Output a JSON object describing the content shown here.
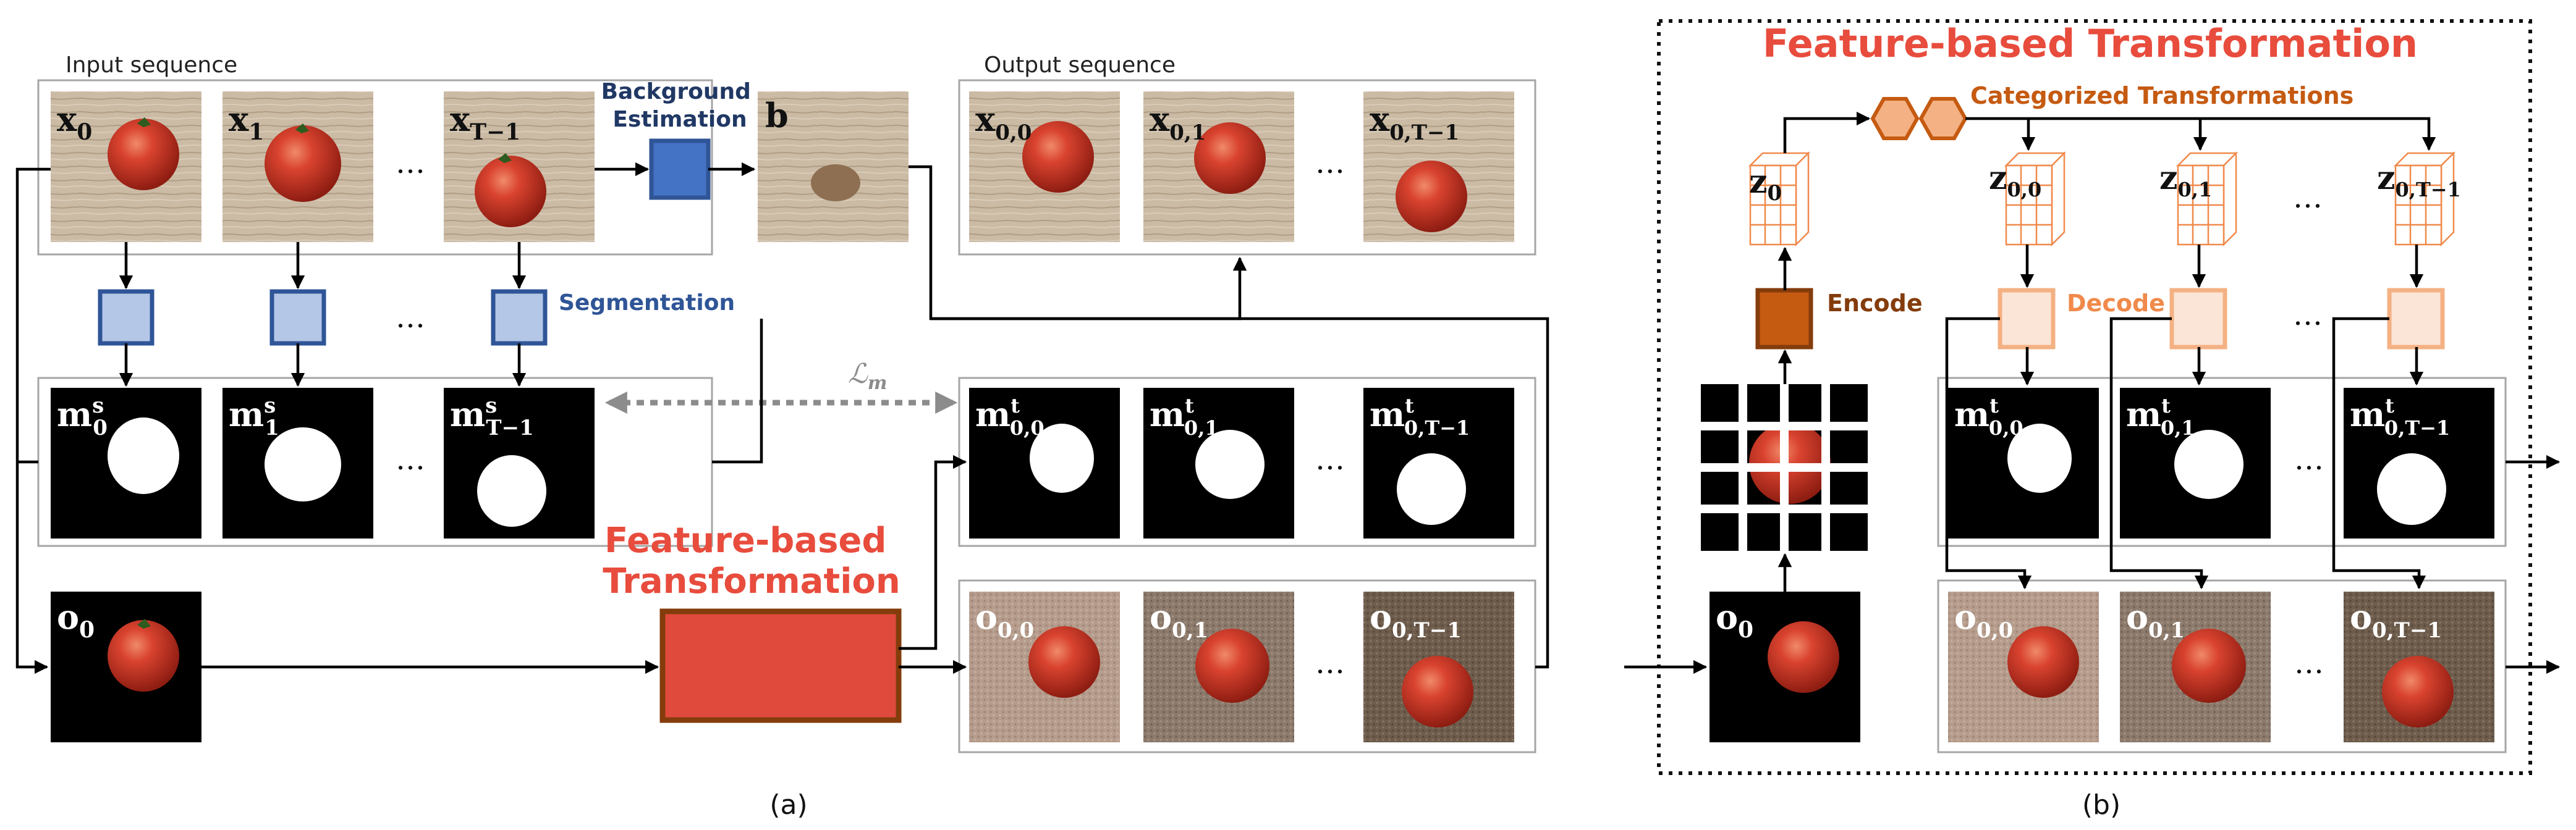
{
  "panel_a": {
    "input_label": "Input sequence",
    "output_label": "Output sequence",
    "bg_est_line1": "Background",
    "bg_est_line2": "Estimation",
    "segmentation": "Segmentation",
    "fbt_line1": "Feature-based",
    "fbt_line2": "Transformation",
    "loss": "ℒ",
    "loss_sub": "m",
    "dots": "…",
    "caption": "(a)",
    "x": [
      {
        "base": "x",
        "sub": "0"
      },
      {
        "base": "x",
        "sub": "1"
      },
      {
        "base": "x",
        "sub": "T−1"
      }
    ],
    "b": "b",
    "ms": [
      {
        "base": "m",
        "sup": "s",
        "sub": "0"
      },
      {
        "base": "m",
        "sup": "s",
        "sub": "1"
      },
      {
        "base": "m",
        "sup": "s",
        "sub": "T−1"
      }
    ],
    "o0": {
      "base": "o",
      "sub": "0"
    },
    "xout": [
      {
        "base": "x",
        "sub": "0,0"
      },
      {
        "base": "x",
        "sub": "0,1"
      },
      {
        "base": "x",
        "sub": "0,T−1"
      }
    ],
    "mt": [
      {
        "base": "m",
        "sup": "t",
        "sub": "0,0"
      },
      {
        "base": "m",
        "sup": "t",
        "sub": "0,1"
      },
      {
        "base": "m",
        "sup": "t",
        "sub": "0,T−1"
      }
    ],
    "oout": [
      {
        "base": "o",
        "sub": "0,0"
      },
      {
        "base": "o",
        "sub": "0,1"
      },
      {
        "base": "o",
        "sub": "0,T−1"
      }
    ]
  },
  "panel_b": {
    "title": "Feature-based Transformation",
    "categorized": "Categorized Transformations",
    "encode": "Encode",
    "decode": "Decode",
    "dots": "…",
    "caption": "(b)",
    "z0": {
      "base": "z",
      "sub": "0"
    },
    "z": [
      {
        "base": "z",
        "sub": "0,0"
      },
      {
        "base": "z",
        "sub": "0,1"
      },
      {
        "base": "z",
        "sub": "0,T−1"
      }
    ],
    "mt": [
      {
        "base": "m",
        "sup": "t",
        "sub": "0,0"
      },
      {
        "base": "m",
        "sup": "t",
        "sub": "0,1"
      },
      {
        "base": "m",
        "sup": "t",
        "sub": "0,T−1"
      }
    ],
    "o0": {
      "base": "o",
      "sub": "0"
    },
    "oout": [
      {
        "base": "o",
        "sub": "0,0"
      },
      {
        "base": "o",
        "sub": "0,1"
      },
      {
        "base": "o",
        "sub": "0,T−1"
      }
    ]
  },
  "colors": {
    "seg_fill": "#b4c7e7",
    "seg_stroke": "#2f5597",
    "bg_est_fill": "#4472c4",
    "label_blue": "#203864",
    "fbt_red": "#e84c3d",
    "fbt_fill": "#e04a3c",
    "fbt_stroke": "#843c0c",
    "encode_fill": "#c55a11",
    "decode_fill": "#fbe5d6",
    "decode_stroke": "#f4b183",
    "hex_fill": "#f4b183",
    "hex_stroke": "#c55a11",
    "cube_stroke": "#f08a4b",
    "brown_text": "#843c0c",
    "orange_text": "#c55a11",
    "wood": "#c8b9a4",
    "tomato": "#d0402e",
    "loss_gray": "#8c8c8c"
  }
}
